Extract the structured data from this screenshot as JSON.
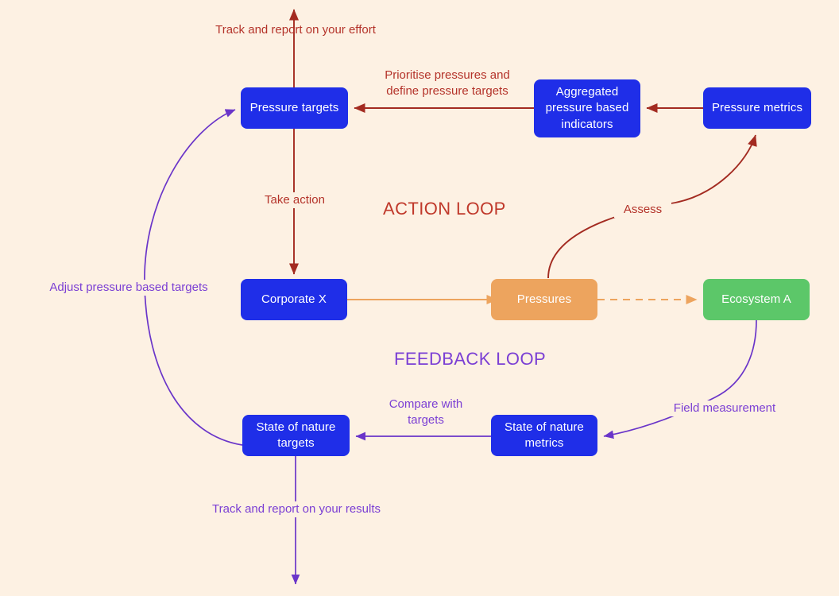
{
  "diagram": {
    "title_action_loop": "ACTION LOOP",
    "title_feedback_loop": "FEEDBACK LOOP",
    "background_color": "#fdf1e3",
    "colors": {
      "blue": "#1f2ee8",
      "orange": "#eda45e",
      "green": "#5cc769",
      "red_line": "#a32b21",
      "red_text": "#b4332a",
      "loop_red_text": "#c0392b",
      "purple": "#7b3fd4",
      "orange_line": "#eda45e"
    },
    "nodes": {
      "pressure_targets": "Pressure targets",
      "aggregated_indicators": "Aggregated pressure based indicators",
      "pressure_metrics": "Pressure metrics",
      "corporate_x": "Corporate X",
      "pressures": "Pressures",
      "ecosystem_a": "Ecosystem A",
      "state_of_nature_targets": "State of nature targets",
      "state_of_nature_metrics": "State of nature metrics"
    },
    "edge_labels": {
      "track_effort": "Track and report on your effort",
      "prioritise": "Prioritise pressures and define pressure targets",
      "take_action": "Take action",
      "assess": "Assess",
      "field_measurement": "Field measurement",
      "compare_with_targets": "Compare with targets",
      "track_results": "Track and report on your results",
      "adjust_targets": "Adjust pressure based targets"
    }
  }
}
